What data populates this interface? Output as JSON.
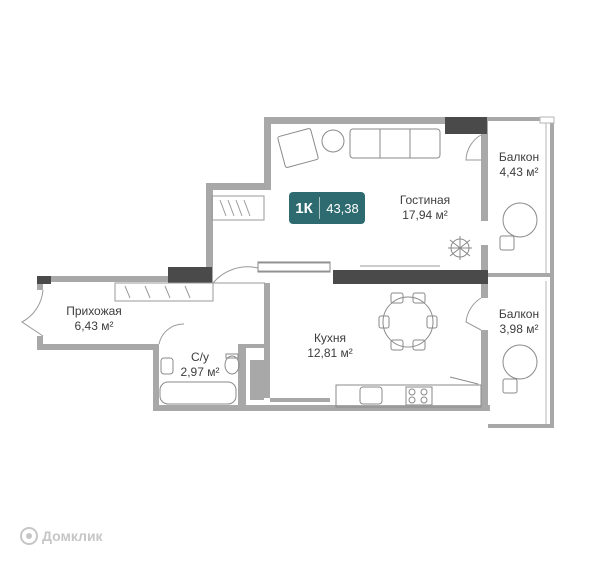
{
  "badge": {
    "type": "1К",
    "total_area": "43,38",
    "color": "#2e6b70"
  },
  "rooms": {
    "living": {
      "name": "Гостиная",
      "area": "17,94 м²"
    },
    "balcony_top": {
      "name": "Балкон",
      "area": "4,43 м²"
    },
    "hallway": {
      "name": "Прихожая",
      "area": "6,43 м²"
    },
    "bathroom": {
      "name": "С/у",
      "area": "2,97 м²"
    },
    "kitchen": {
      "name": "Кухня",
      "area": "12,81 м²"
    },
    "balcony_bottom": {
      "name": "Балкон",
      "area": "3,98 м²"
    }
  },
  "watermark": {
    "text": "Домклик"
  },
  "colors": {
    "wall": "#9e9e9e",
    "wall_dark": "#4a4a4a",
    "furniture": "#8a8a8a",
    "accent": "#2e6b70"
  }
}
